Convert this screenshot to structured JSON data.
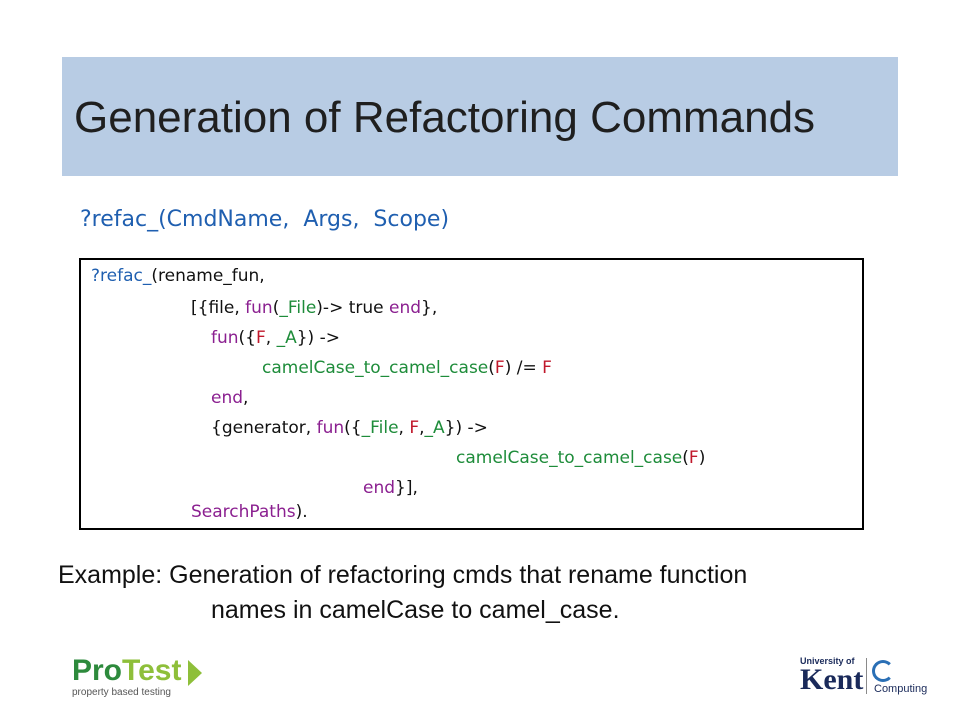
{
  "title": "Generation of Refactoring Commands",
  "signature": "?refac_(CmdName,  Args,  Scope)",
  "code": {
    "l1_a": "?refac_",
    "l1_b": "(rename_fun,",
    "l2_a": "[{file, ",
    "l2_b": "fun",
    "l2_c": "(",
    "l2_d": "_File",
    "l2_e": ")-> true ",
    "l2_f": "end",
    "l2_g": "},",
    "l3_a": "fun",
    "l3_b": "({",
    "l3_c": "F",
    "l3_d": ", ",
    "l3_e": "_A",
    "l3_f": "}) ->",
    "l4_a": "camelCase_to_camel_case",
    "l4_b": "(",
    "l4_c": "F",
    "l4_d": ") /= ",
    "l4_e": "F",
    "l5_a": "end",
    "l5_b": ",",
    "l6_a": "{generator, ",
    "l6_b": "fun",
    "l6_c": "({",
    "l6_d": "_File",
    "l6_e": ", ",
    "l6_f": "F",
    "l6_g": ",",
    "l6_h": "_A",
    "l6_i": "}) ->",
    "l7_a": "camelCase_to_camel_case",
    "l7_b": "(",
    "l7_c": "F",
    "l7_d": ")",
    "l8_a": "end",
    "l8_b": "}],",
    "l9_a": "SearchPaths",
    "l9_b": ")."
  },
  "caption": {
    "line1": "Example: Generation of refactoring cmds that rename function",
    "line2": "names in camelCase to camel_case."
  },
  "logos": {
    "protest_pro": "Pro",
    "protest_test": "Test",
    "protest_tagline": "property based testing",
    "kent_university": "University of",
    "kent_name": "Kent",
    "kent_dept": "Computing"
  },
  "colors": {
    "title_band": "#b8cce4",
    "code_blue": "#1f5fb0",
    "code_purple": "#8b2090",
    "code_red": "#c0182b",
    "code_green": "#1e8c3a"
  }
}
